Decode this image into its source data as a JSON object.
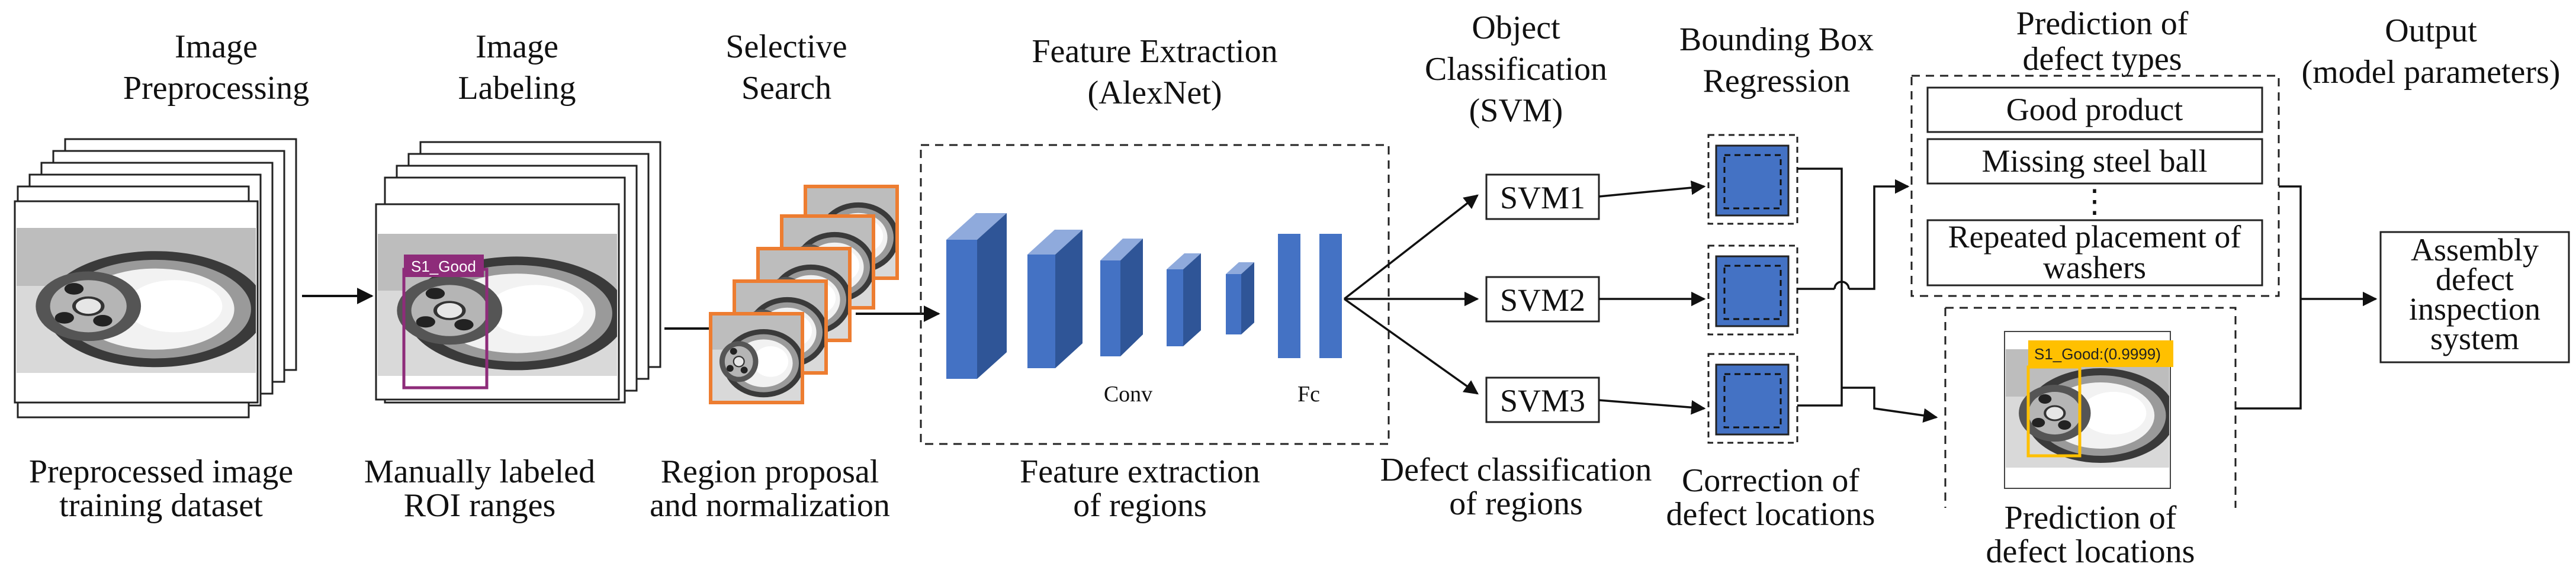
{
  "stages": [
    {
      "id": "preprocessing",
      "title": [
        "Image",
        "Preprocessing"
      ],
      "caption": [
        "Preprocessed image",
        "training dataset"
      ]
    },
    {
      "id": "labeling",
      "title": [
        "Image",
        "Labeling"
      ],
      "caption": [
        "Manually labeled",
        "ROI ranges"
      ]
    },
    {
      "id": "selective-search",
      "title": [
        "Selective",
        "Search"
      ],
      "caption": [
        "Region proposal",
        "and normalization"
      ]
    },
    {
      "id": "feature-extraction",
      "title": [
        "Feature Extraction",
        "(AlexNet)"
      ],
      "caption": [
        "Feature extraction",
        "of regions"
      ]
    },
    {
      "id": "classification",
      "title": [
        "Object",
        "Classification",
        "(SVM)"
      ],
      "caption": [
        "Defect classification",
        "of regions"
      ]
    },
    {
      "id": "bbox-regression",
      "title": [
        "Bounding Box",
        "Regression"
      ],
      "caption": [
        "Correction of",
        "defect locations"
      ]
    },
    {
      "id": "prediction-types",
      "title": [
        "Prediction of",
        "defect types"
      ],
      "caption": [
        "Prediction of",
        "defect locations"
      ]
    },
    {
      "id": "output",
      "title": [
        "Output",
        "(model parameters)"
      ]
    }
  ],
  "labels": {
    "roi_tag": "S1_Good",
    "conv": "Conv",
    "fc": "Fc",
    "detection_tag": "S1_Good:(0.9999)",
    "ellipsis": "⋮"
  },
  "svms": [
    "SVM1",
    "SVM2",
    "SVM3"
  ],
  "defect_types": [
    "Good product",
    "Missing steel ball",
    "Repeated placement of",
    "washers"
  ],
  "output_box": [
    "Assembly",
    "defect",
    "inspection",
    "system"
  ],
  "colors": {
    "cnn_front": "#4472c4",
    "cnn_side": "#2f5597",
    "cnn_top": "#8faadc",
    "proposal_border": "#ed7d31",
    "roi_tag": "#8e2c7a",
    "detection_tag": "#ffc000"
  }
}
